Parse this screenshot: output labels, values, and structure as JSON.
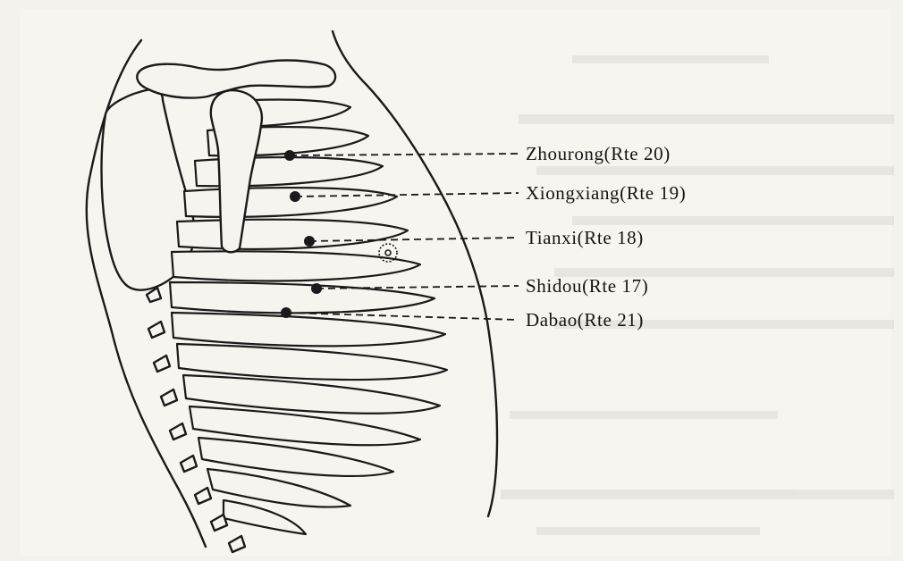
{
  "figure": {
    "points": [
      {
        "label": "Zhourong(Rte 20)"
      },
      {
        "label": "Xiongxiang(Rte 19)"
      },
      {
        "label": "Tianxi(Rte 18)"
      },
      {
        "label": "Shidou(Rte 17)"
      },
      {
        "label": "Dabao(Rte 21)"
      }
    ]
  }
}
